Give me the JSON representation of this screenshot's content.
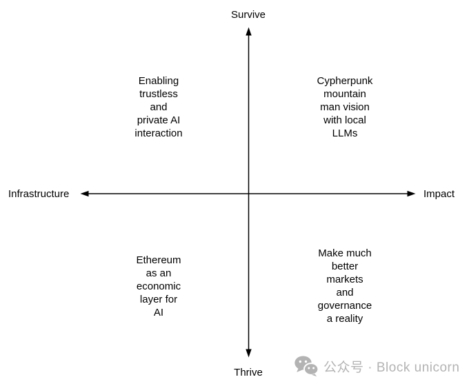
{
  "diagram": {
    "axis_labels": {
      "top": "Survive",
      "bottom": "Thrive",
      "left": "Infrastructure",
      "right": "Impact"
    },
    "quadrants": {
      "top_left": "Enabling\ntrustless\nand\nprivate AI\ninteraction",
      "top_right": "Cypherpunk\nmountain\nman vision\nwith local\nLLMs",
      "bottom_left": "Ethereum\nas an\neconomic\nlayer for\nAI",
      "bottom_right": "Make much\nbetter\nmarkets\nand\ngovernance\na reality"
    },
    "colors": {
      "axis": "#000000",
      "text": "#000000",
      "watermark": "#b3b3b3",
      "background": "#ffffff"
    }
  },
  "watermark": {
    "icon": "wechat-icon",
    "text": "公众号 · Block unicorn"
  }
}
